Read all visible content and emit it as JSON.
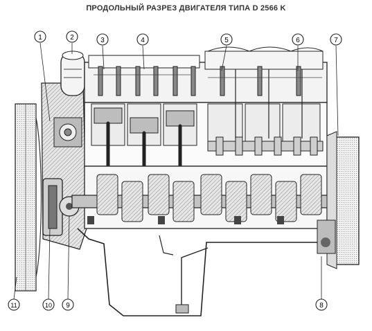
{
  "title": "ПРОДОЛЬНЫЙ РАЗРЕЗ ДВИГАТЕЛЯ ТИПА D 2566 K",
  "callouts": {
    "top": [
      "1",
      "2",
      "3",
      "4",
      "5",
      "6",
      "7"
    ],
    "bottom": [
      "11",
      "10",
      "9",
      "8"
    ]
  },
  "colors": {
    "ink": "#222222",
    "paper": "#ffffff",
    "shade": "#9a9a9a",
    "light": "#d6d6d6"
  }
}
